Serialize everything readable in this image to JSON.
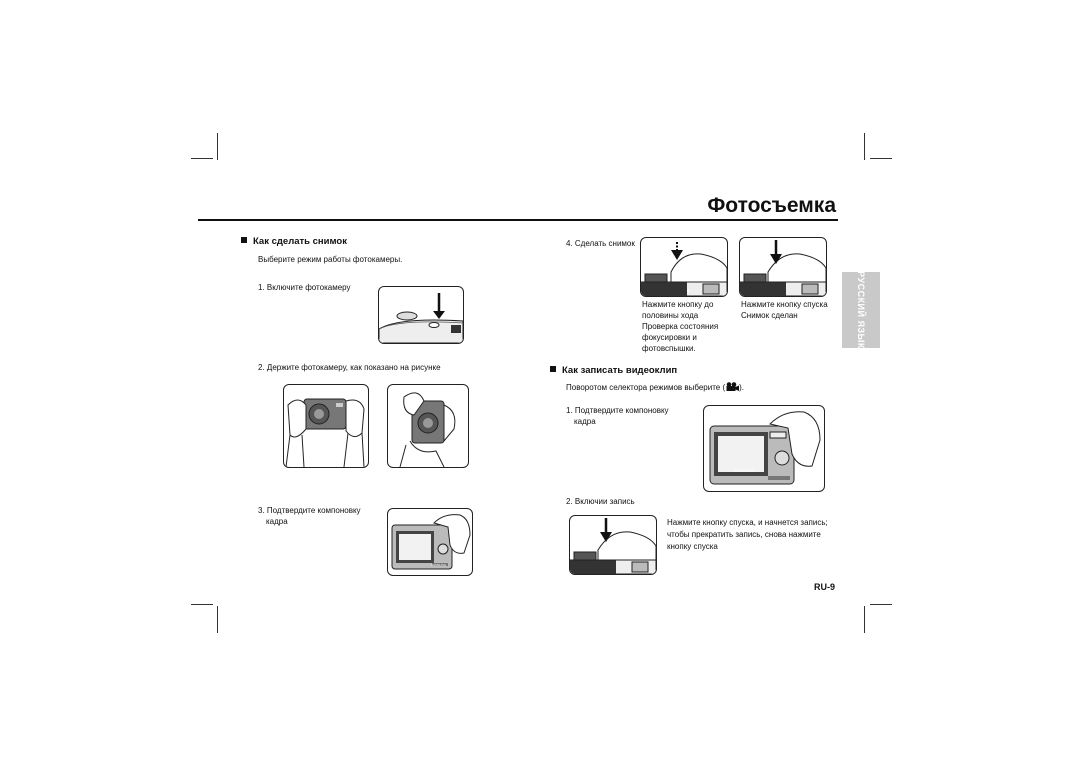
{
  "header": {
    "title": "Фотосъемка"
  },
  "sidebar": {
    "language_tab": "РУССКИЙ ЯЗЫК"
  },
  "section_photo": {
    "heading": "Как сделать снимок",
    "intro": "Выберите режим работы фотокамеры.",
    "step1": "1. Включите фотокамеру",
    "step2": "2. Держите фотокамеру, как показано на рисунке",
    "step3_line1": "3. Подтвердите компоновку",
    "step3_line2": "кадра",
    "step4": "4. Сделать снимок",
    "half_press": [
      "Нажмите кнопку до",
      "половины хода",
      "Проверка состояния",
      "фокусировки и",
      "фотовспышки."
    ],
    "full_press": [
      "Нажмите кнопку спуска",
      "Снимок сделан"
    ]
  },
  "section_video": {
    "heading": "Как записать видеоклип",
    "intro_before": "Поворотом селектора режимов выберите (",
    "intro_after": ").",
    "mode_icon": "movie-camera-icon",
    "step1_line1": "1. Подтвердите компоновку",
    "step1_line2": "кадра",
    "step2": "2. Включии запись",
    "record_note": [
      "Нажмите кнопку спуска, и начнется запись;",
      "чтобы прекратить запись, снова нажмите",
      "кнопку спуска"
    ]
  },
  "footer": {
    "page_number": "RU-9"
  },
  "camera_brand": "SAMSUNG"
}
